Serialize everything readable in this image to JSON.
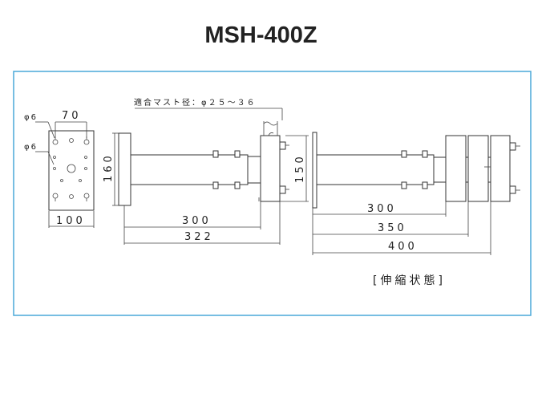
{
  "title": "MSH-400Z",
  "frame_color": "#4aa8d8",
  "labels": {
    "mast_diameter": "適合マスト径：φ２５～３６",
    "hole_1": "φ6",
    "hole_2": "φ6",
    "plate_bolt_spacing": "70",
    "plate_width": "100",
    "plate_height": "160",
    "clamp_height": "150",
    "arm_length": "300",
    "overall_length": "322",
    "ext_arm_length": "300",
    "ext_mid_length": "350",
    "ext_overall_length": "400",
    "state": "[伸縮状態]"
  }
}
